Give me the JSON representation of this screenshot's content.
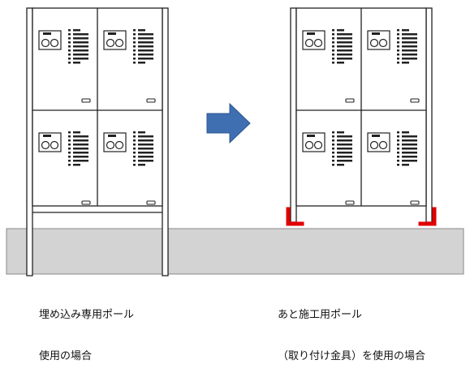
{
  "captions": {
    "left_line1": "埋め込み専用ポール",
    "left_line2": "使用の場合",
    "right_line1": "あと施工用ポール",
    "right_line2": "（取り付け金具）を使用の場合"
  },
  "colors": {
    "ground": "#d3d3d3",
    "outline": "#222222",
    "arrow": "#3f6fb0",
    "bracket": "#e00000"
  },
  "icons": [
    "right-arrow-icon",
    "lock-dial-icon"
  ]
}
